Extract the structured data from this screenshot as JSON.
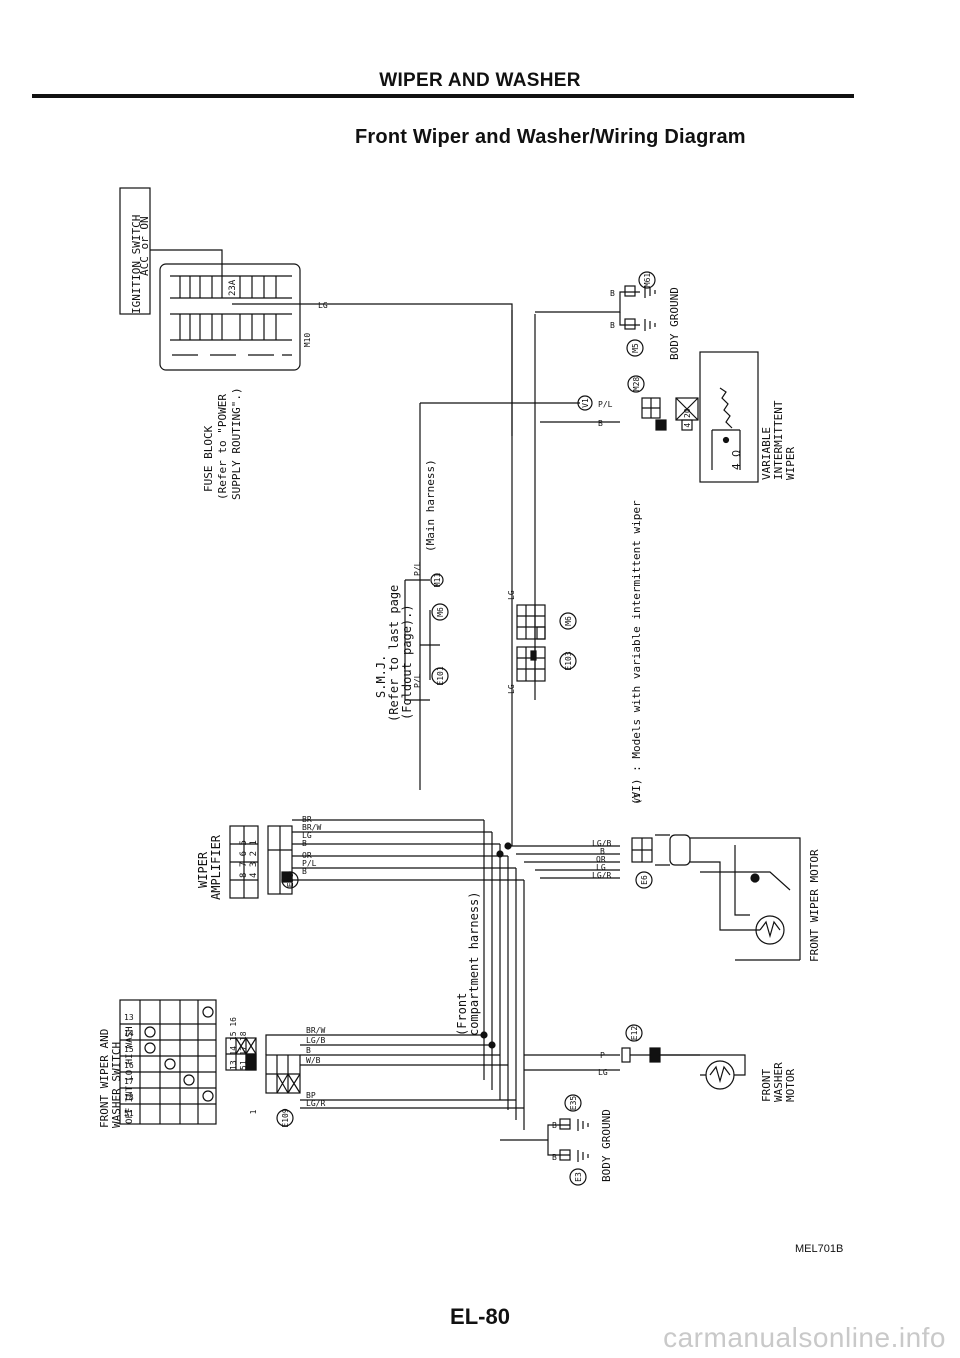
{
  "header": {
    "section_title": "WIPER AND WASHER",
    "diagram_title": "Front Wiper and Washer/Wiring Diagram"
  },
  "labels": {
    "ignition_switch_1": "IGNITION SWITCH",
    "ignition_switch_2": "ACC or ON",
    "fuse_block_1": "FUSE BLOCK",
    "fuse_block_2": "(Refer to \"POWER",
    "fuse_block_3": "SUPPLY ROUTING\".)",
    "fuse": "23A",
    "smj_1": "S.M.J.",
    "smj_2": "(Refer to last page",
    "smj_3": "(Foldout page).)",
    "main_harness": "(Main harness)",
    "front_compartment_1": "(Front",
    "front_compartment_2": "compartment harness)",
    "body_ground_top": "BODY GROUND",
    "body_ground_bottom": "BODY GROUND",
    "variable_wiper_1": "VARIABLE",
    "variable_wiper_2": "INTERMITTENT",
    "variable_wiper_3": "WIPER",
    "resistor": "4 Ω",
    "models_note": "(VI) : Models with variable intermittent wiper",
    "wiper_amp_1": "WIPER",
    "wiper_amp_2": "AMPLIFIER",
    "front_wiper_motor": "FRONT WIPER MOTOR",
    "washer_motor_1": "FRONT",
    "washer_motor_2": "WASHER",
    "washer_motor_3": "MOTOR",
    "switch_1": "FRONT WIPER AND",
    "switch_2": "WASHER SWITCH",
    "switch_header": "OFF INT LO HI WASH",
    "sw_rows": [
      "13",
      "14",
      "15",
      "16",
      "17",
      "18",
      "51"
    ],
    "amp_pins_top": "8 7 6 5",
    "amp_pins_bottom": "4 3 2 1",
    "sw_pins_top": "13 14 15 16",
    "sw_pins_bottom": "51 17 18"
  },
  "connectors": {
    "m10": "M10",
    "m61": "M61",
    "m5": "M5",
    "m28": "M28",
    "v1": "V1",
    "m11": "M11",
    "e101": "E101",
    "m6": "M6",
    "e103": "E103",
    "e38": "E38",
    "e6": "E6",
    "e109": "E109",
    "e12": "E12",
    "e35": "E35",
    "e3": "E3",
    "vi_note": "VI",
    "v1_pins": "4 20",
    "pin1": "1"
  },
  "wires": {
    "lg_top": "LG",
    "b_m61": "B",
    "b_m5": "B",
    "pl_v1": "P/L",
    "b_v1": "B",
    "pl_m11": "P/L",
    "pl_e101": "P/L",
    "lg_mid1": "LG",
    "lg_mid2": "LG",
    "amp_wires": [
      "BR",
      "BR/W",
      "LG",
      "B",
      "OR",
      "P/L",
      "B"
    ],
    "motor_wires": [
      "LG/B",
      "B",
      "OR",
      "LG",
      "LG/R"
    ],
    "switch_wires_top": [
      "BR/W",
      "LG/B",
      "B",
      "W/B"
    ],
    "switch_wires_bottom": [
      "BP",
      "LG/R"
    ],
    "p_washer": "P",
    "lg_washer": "LG",
    "b_e35": "B",
    "b_e3": "B"
  },
  "footer": {
    "figure_code": "MEL701B",
    "page_number": "EL-80",
    "watermark": "carmanualsonline.info"
  }
}
